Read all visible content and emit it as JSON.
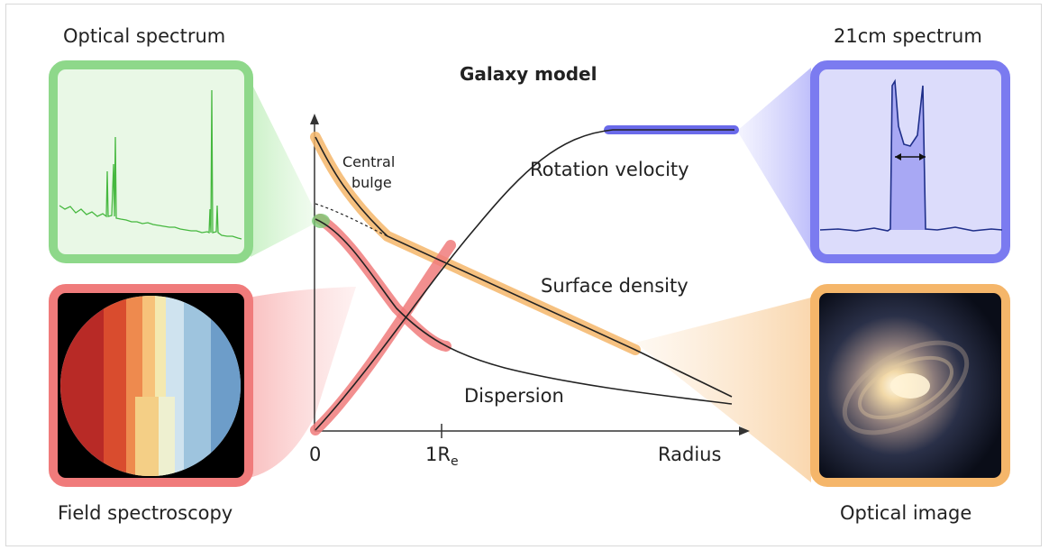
{
  "title": "Galaxy model",
  "panels": {
    "optical_spectrum": "Optical spectrum",
    "spectrum_21cm": "21cm spectrum",
    "field_spectroscopy": "Field spectroscopy",
    "optical_image": "Optical image"
  },
  "curves": {
    "rotation_velocity": "Rotation velocity",
    "surface_density": "Surface density",
    "dispersion": "Dispersion",
    "central_bulge_line1": "Central",
    "central_bulge_line2": "bulge"
  },
  "axis": {
    "origin": "0",
    "re_main": "1R",
    "re_sub": "e",
    "xlabel": "Radius"
  },
  "colors": {
    "green": "#8ed88a",
    "blue": "#7b7bf0",
    "red": "#f07b7b",
    "orange": "#f5b66a"
  }
}
